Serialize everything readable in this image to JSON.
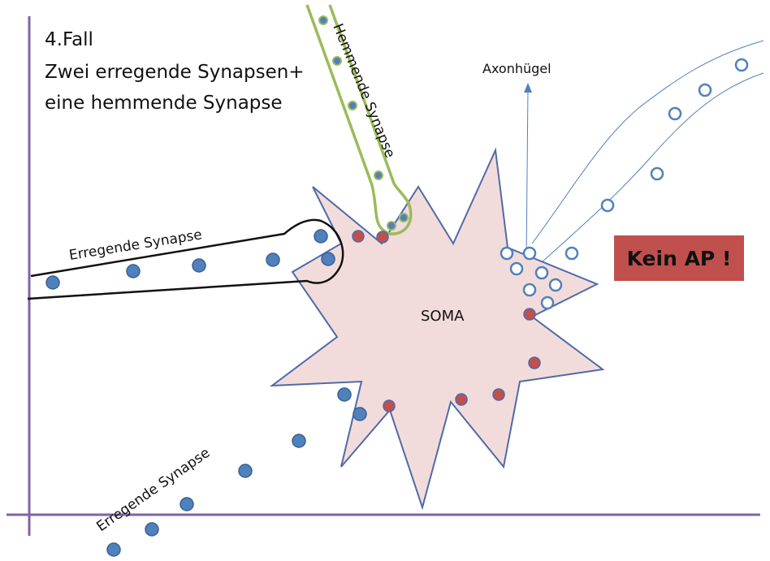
{
  "title": {
    "line1": "4.Fall",
    "line2": "Zwei erregende Synapsen+",
    "line3": "eine hemmende Synapse"
  },
  "labels": {
    "soma": "SOMA",
    "axonhuegel": "Axonhügel",
    "hemmende_synapse": "Hemmende Synapse",
    "erregende_synapse_top": "Erregende Synapse",
    "erregende_synapse_bottom": "Erregende Synapse"
  },
  "result": "Kein AP !",
  "colors": {
    "soma_fill": "#f2dcdb",
    "soma_stroke": "#4f6aa8",
    "excitatory_dot": "#4f81bd",
    "active_dot": "#c0504d",
    "inhibitory_stroke": "#9bbb59",
    "axes": "#8064a2",
    "result_box": "#c0504d"
  }
}
